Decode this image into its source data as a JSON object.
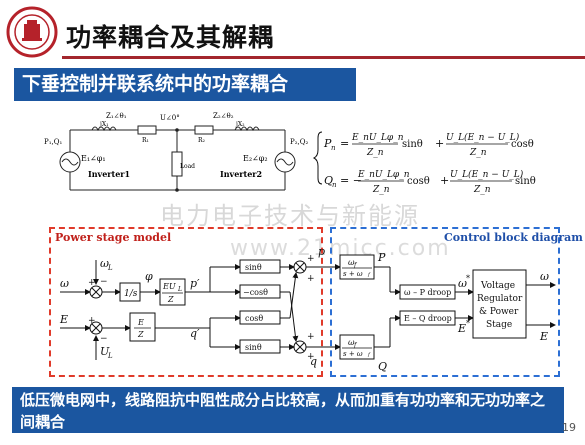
{
  "header": {
    "title": "功率耦合及其解耦"
  },
  "banner": {
    "text": "下垂控制并联系统中的功率耦合"
  },
  "circuit": {
    "p1q1": "P₁,Q₁",
    "e1": "E₁∠φ₁",
    "z1": "Z₁∠θ₁",
    "jx1": "jX₁",
    "r1": "R₁",
    "u": "U∠0°",
    "load": "Load",
    "r2": "R₂",
    "z2": "Z₂∠θ₂",
    "jx2": "jX₂",
    "p2q2": "P₂,Q₂",
    "e2": "E₂∠φ₂",
    "inverter1": "Inverter1",
    "inverter2": "Inverter2"
  },
  "equations": {
    "p_lhs": "P",
    "q_lhs": "Q",
    "sub_n": "n",
    "p_frac1_num": "E_nU_Lφ_n",
    "p_frac1_den": "Z_n",
    "p_trig1": "sinθ",
    "p_frac2_num": "U_L(E_n − U_L)",
    "p_frac2_den": "Z_n",
    "p_trig2": "cosθ",
    "q_frac1_num": "E_nU_Lφ_n",
    "q_frac1_den": "Z_n",
    "q_trig1": "cosθ",
    "q_frac2_num": "U_L(E_n − U_L)",
    "q_frac2_den": "Z_n",
    "q_trig2": "sinθ"
  },
  "watermark": {
    "line1": "电力电子技术与新能源",
    "line2": "www.21micc.com"
  },
  "power_stage": {
    "label": "Power stage model",
    "omega": "ω",
    "omega_L": "ω",
    "omega_L_sub": "L",
    "E": "E",
    "U_L": "U",
    "U_L_sub": "L",
    "integrator": "1/s",
    "phi": "φ",
    "gain_top_num": "EU",
    "gain_top_sub": "L",
    "gain_top_den": "Z",
    "gain_bot_num": "E",
    "gain_bot_den": "Z",
    "p_prime": "p′",
    "q_prime": "q′",
    "sin1": "sinθ",
    "cos1": "−cosθ",
    "cos2": "cosθ",
    "sin2": "sinθ",
    "p_out": "p",
    "q_out": "q",
    "plus": "+",
    "minus": "−"
  },
  "control_block": {
    "label": "Control block diagram",
    "filter_num": "ω",
    "filter_sub": "f",
    "filter_den": "s + ω",
    "P": "P",
    "Q": "Q",
    "p_droop": "ω – P droop",
    "q_droop": "E – Q droop",
    "omega_star": "ω",
    "E_star": "E",
    "star": "*",
    "vr_line1": "Voltage",
    "vr_line2": "Regulator",
    "vr_line3": "& Power",
    "vr_line4": "Stage",
    "omega_out": "ω",
    "E_out": "E"
  },
  "note": {
    "text": "低压微电网中，线路阻抗中阻性成分占比较高，从而加重有功功率和无功功率之间耦合"
  },
  "page": {
    "number": "19"
  }
}
